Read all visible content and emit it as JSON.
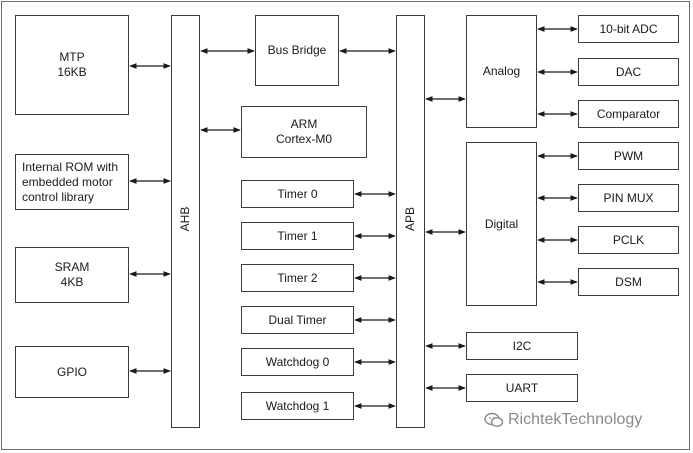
{
  "blocks": {
    "mtp": "MTP\n16KB",
    "rom": "Internal ROM with\nembedded motor\ncontrol library",
    "sram": "SRAM\n4KB",
    "gpio": "GPIO",
    "ahb": "AHB",
    "bus_bridge": "Bus Bridge",
    "arm": "ARM\nCortex-M0",
    "timer0": "Timer 0",
    "timer1": "Timer 1",
    "timer2": "Timer 2",
    "dual_timer": "Dual Timer",
    "watchdog0": "Watchdog 0",
    "watchdog1": "Watchdog 1",
    "apb": "APB",
    "analog": "Analog",
    "digital": "Digital",
    "i2c": "I2C",
    "uart": "UART",
    "adc": "10-bit ADC",
    "dac": "DAC",
    "comparator": "Comparator",
    "pwm": "PWM",
    "pin_mux": "PIN MUX",
    "pclk": "PCLK",
    "dsm": "DSM"
  },
  "watermark": "RichtekTechnology",
  "colors": {
    "line": "#1a1a1a",
    "border": "#3c3c3c",
    "watermark": "#8a8a8a"
  }
}
